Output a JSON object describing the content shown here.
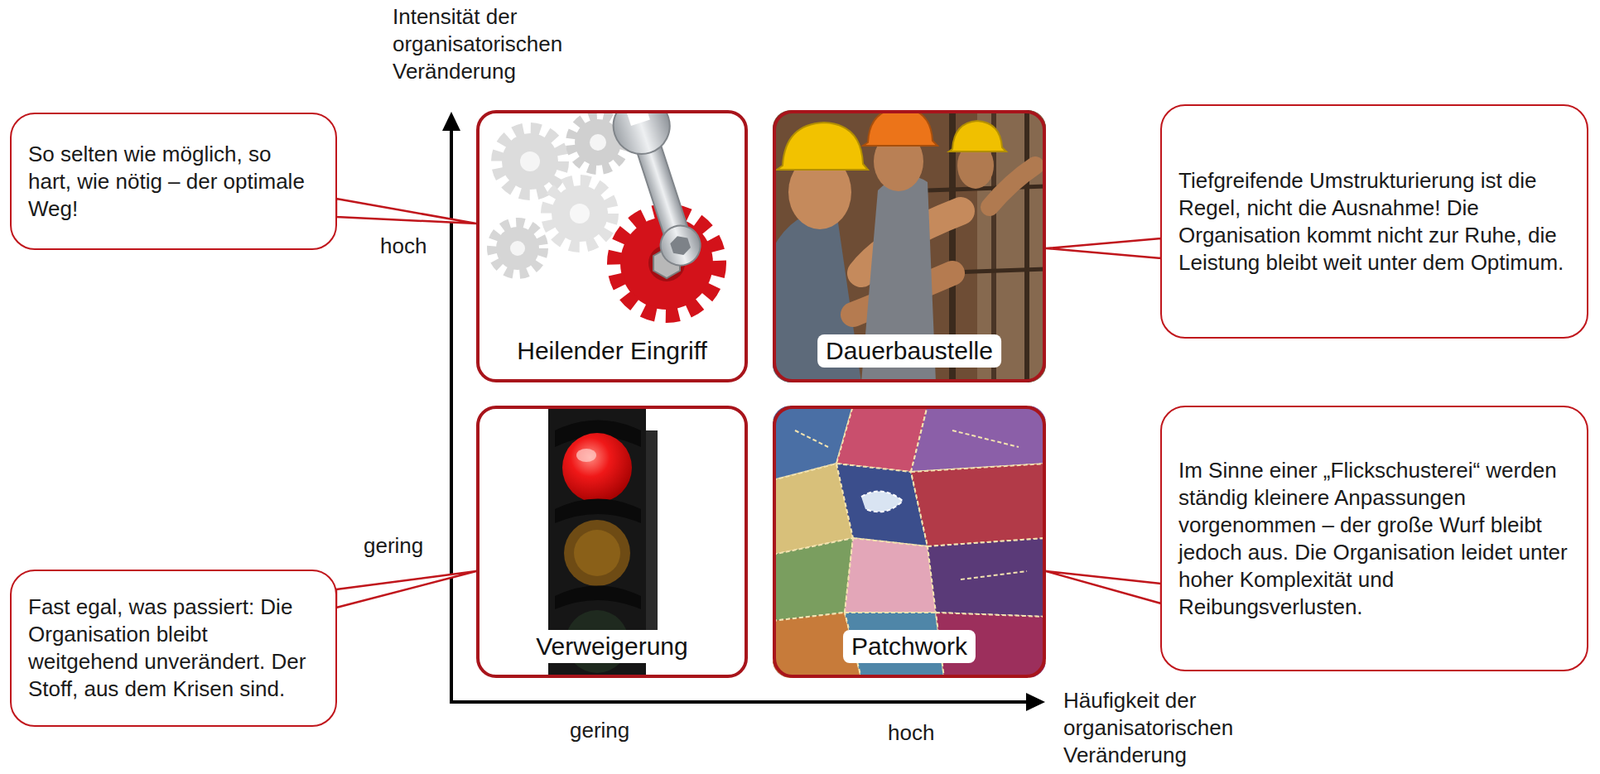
{
  "diagram": {
    "nodes": [
      {
        "text": [
          "So selten wie möglich, so hart, wie nötig – der optimale Weg!"
        ]
      },
      {
        "text": [
          "Heilender Eingriff"
        ]
      },
      {
        "text": [
          "Dauerbaustelle"
        ]
      },
      {
        "text": [
          "Tiefgreifende Umstrukturierung ist die Regel, nicht die Ausnahme! Die Organisation kommt nicht zur Ruhe, die Leistung bleibt weit unter dem Optimum."
        ]
      },
      {
        "text": [
          "Verweigerung"
        ]
      },
      {
        "text": [
          "Patchwork"
        ]
      },
      {
        "text": [
          "Im Sinne einer „Flickschusterei“ werden ständig kleinere Anpassungen vorgenommen – der große Wurf bleibt jedoch aus. Die Organisation leidet unter hoher Komplexität und Reibungsverlusten."
        ]
      },
      {
        "text": [
          "Fast egal, was passiert: Die Organisation bleibt weitgehend unverändert. Der Stoff, aus dem Krisen sind."
        ]
      }
    ],
    "edges": [
      {
        "from": 0,
        "to": 1,
        "arrow": "none"
      },
      {
        "from": 3,
        "to": 2,
        "arrow": "none"
      },
      {
        "from": 6,
        "to": 5,
        "arrow": "none"
      },
      {
        "from": 7,
        "to": 4,
        "arrow": "none"
      }
    ],
    "labels": [
      "Intensität der organisatorischen Veränderung",
      "hoch",
      "gering",
      "gering",
      "hoch",
      "Häufigkeit der organisatorischen Veränderung"
    ]
  }
}
